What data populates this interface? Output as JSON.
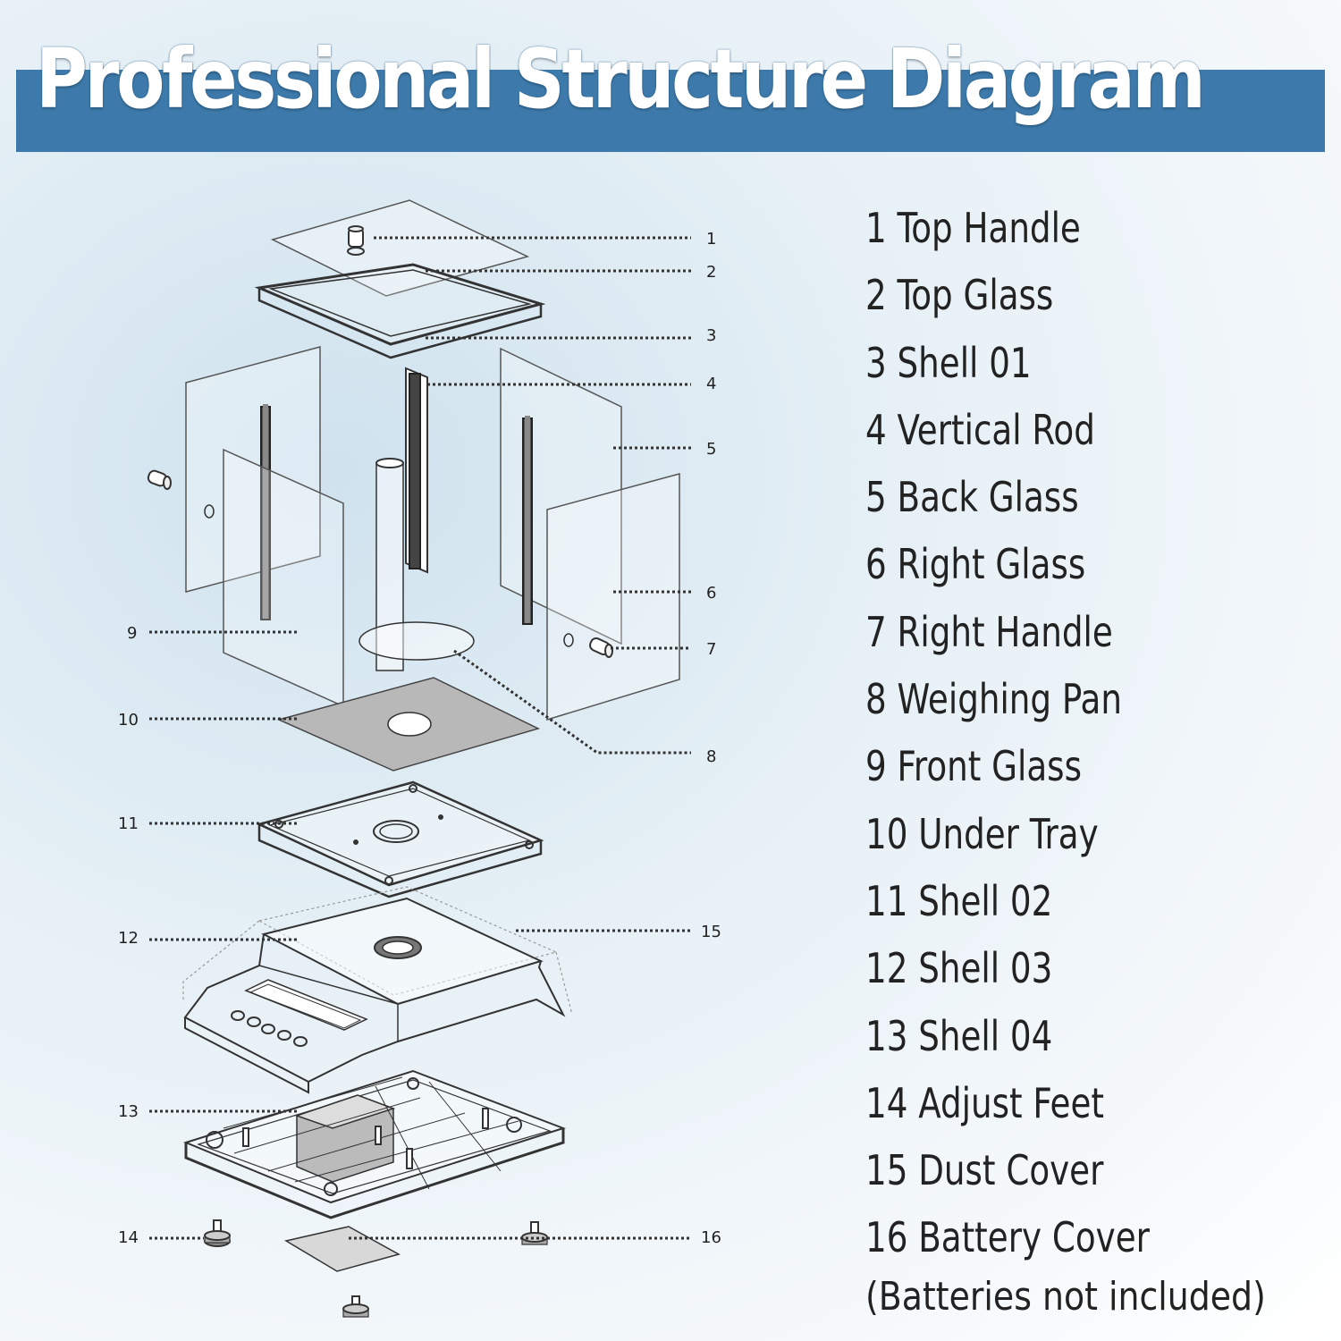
{
  "title": "Professional Structure Diagram",
  "callouts": [
    "1",
    "2",
    "3",
    "4",
    "5",
    "6",
    "7",
    "8",
    "9",
    "10",
    "11",
    "12",
    "13",
    "14",
    "15",
    "16"
  ],
  "legend": {
    "items": [
      "1 Top Handle",
      "2 Top Glass",
      "3 Shell 01",
      "4 Vertical Rod",
      "5 Back Glass",
      "6 Right Glass",
      "7 Right Handle",
      "8 Weighing Pan",
      "9 Front Glass",
      "10 Under Tray",
      "11 Shell 02",
      "12 Shell 03",
      "13 Shell 04",
      "14 Adjust Feet",
      "15 Dust Cover",
      "16 Battery Cover"
    ],
    "note": "(Batteries not included)"
  },
  "colors": {
    "banner": "#3d7aab",
    "title": "#ffffff",
    "text": "#222222",
    "line": "#333333"
  }
}
